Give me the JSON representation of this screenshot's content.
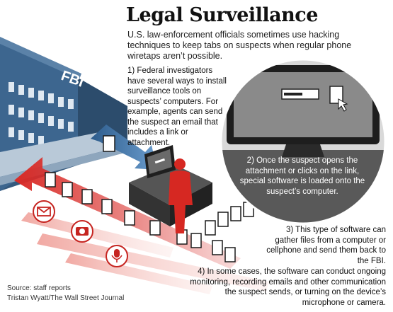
{
  "header": {
    "title": "Legal Surveillance",
    "subtitle": "U.S. law-enforcement officials sometimes use hacking techniques to keep tabs on suspects when regular phone wiretaps aren’t possible."
  },
  "building": {
    "sign": "FBI"
  },
  "steps": [
    {
      "text": "1) Federal investigators have several ways to install surveillance tools on suspects’ computers. For example, agents can send the suspect an email that includes a link or attachment."
    },
    {
      "text": "2) Once the suspect opens the attachment or clicks on the link, special software is loaded onto the suspect’s computer."
    },
    {
      "text": "3) This type of software can gather files from a computer or cellphone and send them back to the FBI."
    },
    {
      "text": "4) In some cases, the software can conduct ongoing monitoring, recording emails and other communication the suspect sends, or turning on the device’s microphone or camera."
    }
  ],
  "footer": {
    "source": "Source: staff reports",
    "credit": "Tristan Wyatt/The Wall Street Journal"
  },
  "colors": {
    "building": "#3b6287",
    "accent_red": "#d92b27",
    "flow_blue": "#3e76ad",
    "screen": "#444444",
    "suspect": "#d62822"
  },
  "icons": [
    "email-icon",
    "camera-icon",
    "microphone-icon",
    "document-icon",
    "cursor-icon"
  ]
}
